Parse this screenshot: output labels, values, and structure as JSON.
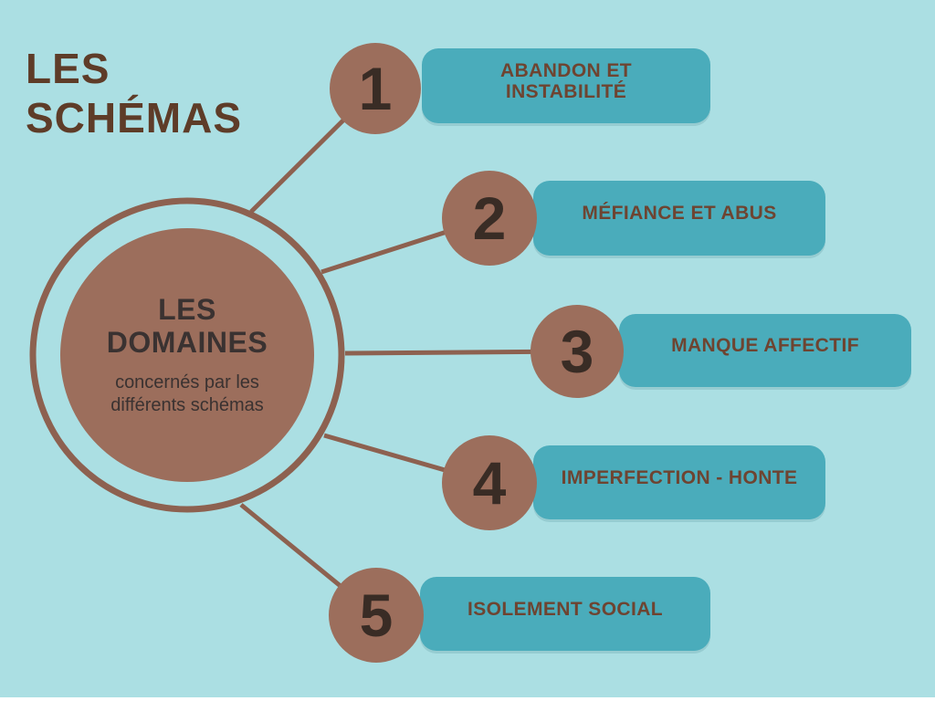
{
  "title": {
    "line1": "LES",
    "line2": "SCHÉMAS"
  },
  "center": {
    "heading_line1": "LES",
    "heading_line2": "DOMAINES",
    "subtitle_line1": "concernés par les",
    "subtitle_line2": "différents schémas"
  },
  "items": [
    {
      "number": "1",
      "line1": "ABANDON ET",
      "line2": "INSTABILITÉ"
    },
    {
      "number": "2",
      "line1": "MÉFIANCE ET ABUS"
    },
    {
      "number": "3",
      "line1": "MANQUE AFFECTIF"
    },
    {
      "number": "4",
      "line1": "IMPERFECTION - HONTE"
    },
    {
      "number": "5",
      "line1": "ISOLEMENT SOCIAL"
    }
  ],
  "colors": {
    "bg": "#abdfe3",
    "bar": "#4aacbb",
    "circle": "#9c6e5c",
    "ring": "#8d6150",
    "line": "#8d6150",
    "title_text": "#5e3c28",
    "bar_text": "#6e4431",
    "number_text": "#392c25",
    "center_text": "#3a3231"
  }
}
